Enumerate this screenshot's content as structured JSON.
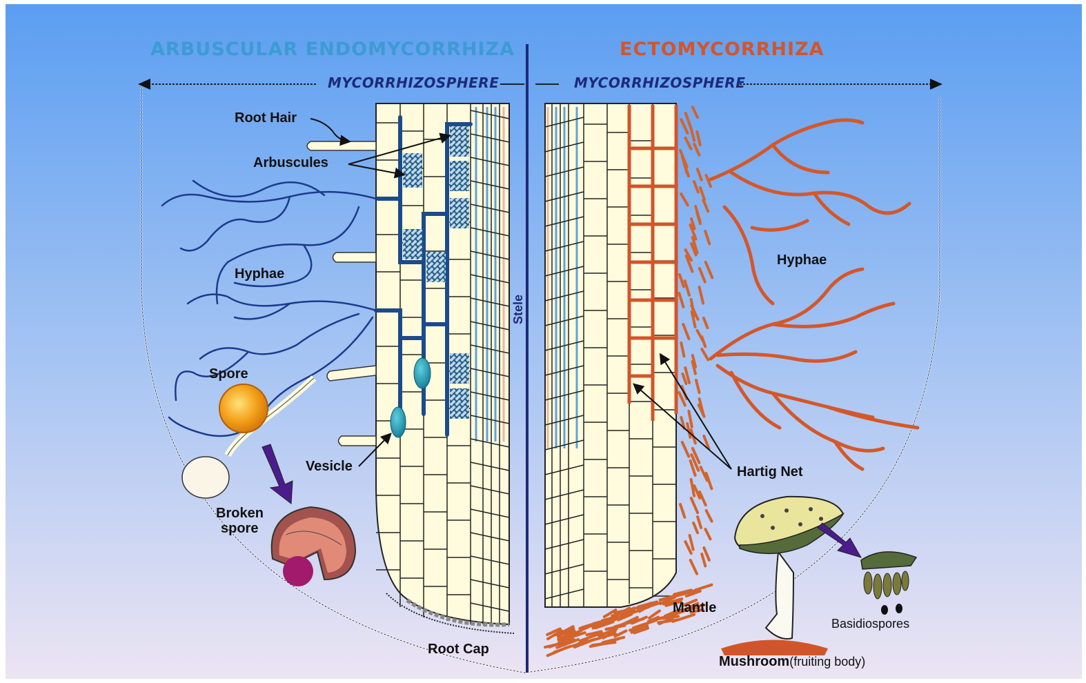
{
  "titles": {
    "left": "ARBUSCULAR ENDOMYCORRHIZA",
    "right": "ECTOMYCORRHIZA"
  },
  "zone_label": {
    "left": "MYCORRHIZOSPHERE",
    "right": "MYCORRHIZOSPHERE"
  },
  "center_label": "Stele",
  "endo_labels": {
    "root_hair": "Root Hair",
    "arbuscules": "Arbuscules",
    "hyphae": "Hyphae",
    "spore": "Spore",
    "vesicle": "Vesicle",
    "broken_spore_line1": "Broken",
    "broken_spore_line2": "spore",
    "root_cap": "Root Cap"
  },
  "ecto_labels": {
    "hyphae": "Hyphae",
    "hartig_net": "Hartig Net",
    "mantle": "Mantle",
    "basidiospores": "Basidiospores",
    "mushroom": "Mushroom",
    "fruiting_body": "(fruiting body)"
  },
  "colors": {
    "background_top": "#5c9ff0",
    "background_bottom": "#e6e0f2",
    "cell_fill": "#fffbdc",
    "endo_hyphae": "#1d3f8f",
    "ecto_hyphae": "#d2542a",
    "arbuscule": "#2a5f86"
  }
}
